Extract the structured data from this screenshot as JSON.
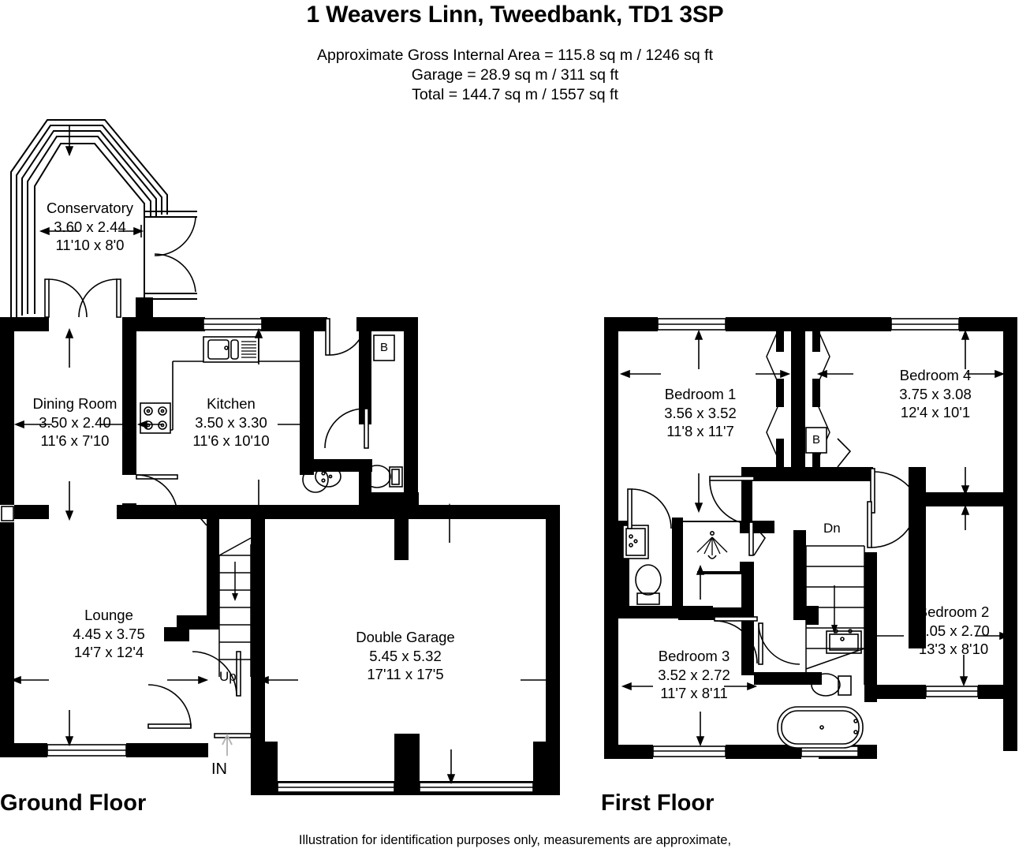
{
  "title": "1 Weavers Linn, Tweedbank, TD1 3SP",
  "areas": {
    "line1": "Approximate Gross Internal Area = 115.8 sq m / 1246 sq ft",
    "line2": "Garage = 28.9 sq m / 311 sq ft",
    "line3": "Total = 144.7 sq m / 1557 sq ft"
  },
  "footer": "Illustration for identification purposes only, measurements are approximate,",
  "floors": [
    {
      "key": "ground",
      "label": "Ground Floor"
    },
    {
      "key": "first",
      "label": "First Floor"
    }
  ],
  "ground": {
    "label": "Ground Floor",
    "rooms": [
      {
        "name": "Conservatory",
        "metric": "3.60 x 2.44",
        "imperial": "11'10 x 8'0"
      },
      {
        "name": "Dining Room",
        "metric": "3.50 x 2.40",
        "imperial": "11'6 x 7'10"
      },
      {
        "name": "Kitchen",
        "metric": "3.50 x 3.30",
        "imperial": "11'6 x 10'10"
      },
      {
        "name": "Lounge",
        "metric": "4.45 x 3.75",
        "imperial": "14'7 x 12'4"
      },
      {
        "name": "Double Garage",
        "metric": "5.45 x 5.32",
        "imperial": "17'11 x 17'5"
      }
    ],
    "markers": {
      "stairs_up": "Up",
      "entrance": "IN",
      "boiler": "B"
    }
  },
  "first": {
    "label": "First Floor",
    "rooms": [
      {
        "name": "Bedroom 1",
        "metric": "3.56 x 3.52",
        "imperial": "11'8 x 11'7"
      },
      {
        "name": "Bedroom 4",
        "metric": "3.75 x 3.08",
        "imperial": "12'4 x 10'1"
      },
      {
        "name": "Bedroom 2",
        "metric": "4.05 x 2.70",
        "imperial": "13'3 x 8'10"
      },
      {
        "name": "Bedroom 3",
        "metric": "3.52 x 2.72",
        "imperial": "11'7 x 8'11"
      }
    ],
    "markers": {
      "stairs_down": "Dn",
      "boiler": "B"
    }
  },
  "colors": {
    "wall": "#000000",
    "background": "#ffffff",
    "line": "#000000"
  }
}
